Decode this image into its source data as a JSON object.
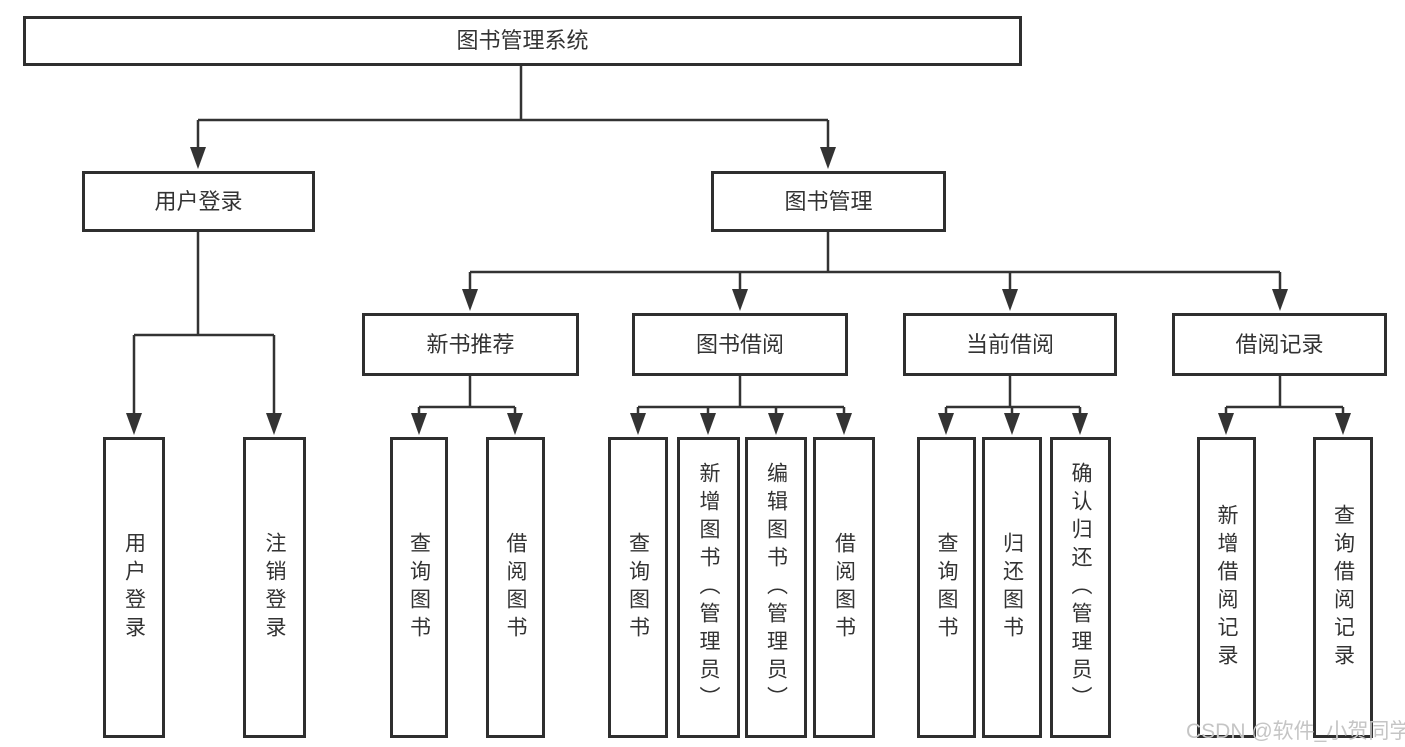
{
  "colors": {
    "line": "#333333",
    "box-border": "#2f2f2f",
    "text": "#333333",
    "watermark": "#c5c5c5",
    "bg": "#ffffff"
  },
  "tree": {
    "root": {
      "label": "图书管理系统"
    },
    "branches": [
      {
        "label": "用户登录",
        "children": [
          {
            "label": "用户登录"
          },
          {
            "label": "注销登录"
          }
        ]
      },
      {
        "label": "图书管理",
        "children": [
          {
            "label": "新书推荐",
            "children": [
              {
                "label": "查询图书"
              },
              {
                "label": "借阅图书"
              }
            ]
          },
          {
            "label": "图书借阅",
            "children": [
              {
                "label": "查询图书"
              },
              {
                "label": "新增图书（管理员）"
              },
              {
                "label": "编辑图书（管理员）"
              },
              {
                "label": "借阅图书"
              }
            ]
          },
          {
            "label": "当前借阅",
            "children": [
              {
                "label": "查询图书"
              },
              {
                "label": "归还图书"
              },
              {
                "label": "确认归还（管理员）"
              }
            ]
          },
          {
            "label": "借阅记录",
            "children": [
              {
                "label": "新增借阅记录"
              },
              {
                "label": "查询借阅记录"
              }
            ]
          }
        ]
      }
    ]
  },
  "watermark": {
    "text": "CSDN @软件_小贺同学"
  }
}
